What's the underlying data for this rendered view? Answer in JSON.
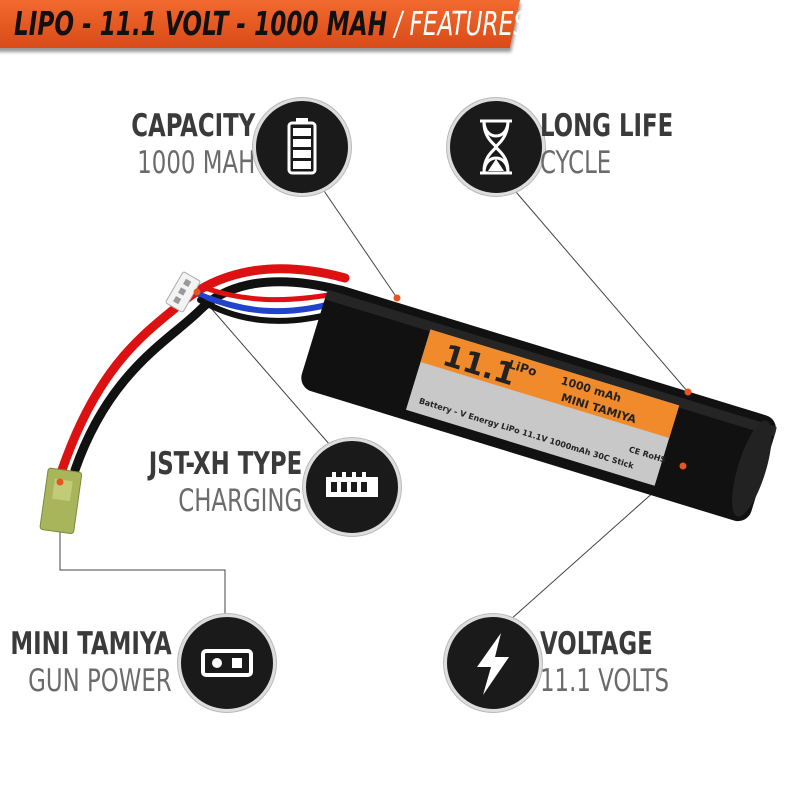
{
  "header": {
    "title": "LIPO - 11.1 VOLT - 1000 MAH",
    "subtitle": "/ FEATURES",
    "color": "#e4551f"
  },
  "features": [
    {
      "title": "CAPACITY",
      "subtitle": "1000 MAH",
      "icon": "battery-icon"
    },
    {
      "title": "LONG LIFE",
      "subtitle": "CYCLE",
      "icon": "hourglass-icon"
    },
    {
      "title": "JST-XH TYPE",
      "subtitle": "CHARGING",
      "icon": "jst-connector-icon"
    },
    {
      "title": "MINI TAMIYA",
      "subtitle": "GUN POWER",
      "icon": "tamiya-connector-icon"
    },
    {
      "title": "VOLTAGE",
      "subtitle": "11.1 VOLTS",
      "icon": "lightning-icon"
    }
  ],
  "product_label": {
    "brand": "LiPo",
    "voltage": "11.1",
    "capacity": "1000 mAh",
    "rating": "30C",
    "connector": "MINI TAMIYA",
    "type": "STICK",
    "description": "Battery - V Energy LiPo 11.1V 1000mAh 30C Stick",
    "marks": "CE RoHS"
  },
  "colors": {
    "accent": "#e4551f",
    "dot": "#e4551f",
    "icon_bg": "#1a1a1a"
  }
}
